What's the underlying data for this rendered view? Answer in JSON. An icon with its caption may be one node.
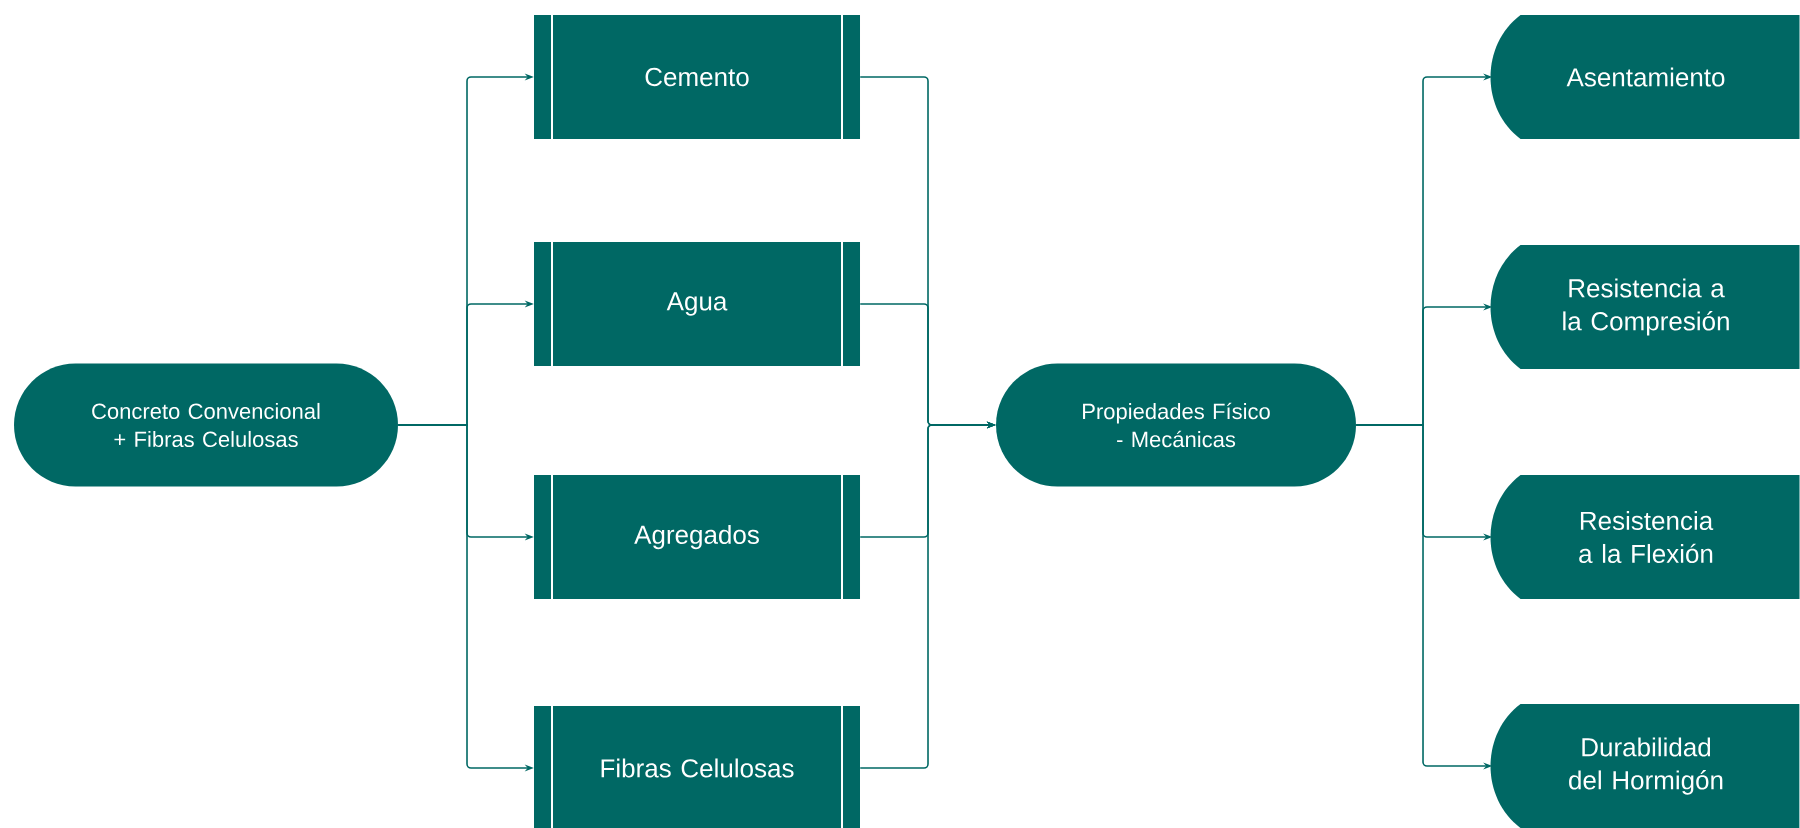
{
  "diagram": {
    "nodes": [
      {
        "text": [
          "Concreto Convencional + Fibras Celulosas"
        ]
      },
      {
        "text": [
          "Cemento"
        ]
      },
      {
        "text": [
          "Agua"
        ]
      },
      {
        "text": [
          "Agregados"
        ]
      },
      {
        "text": [
          "Fibras Celulosas"
        ]
      },
      {
        "text": [
          "Propiedades Físico - Mecánicas"
        ]
      },
      {
        "text": [
          "Asentamiento"
        ]
      },
      {
        "text": [
          "Resistencia a la Compresión"
        ]
      },
      {
        "text": [
          "Resistencia a la Flexión"
        ]
      },
      {
        "text": [
          "Durabilidad del Hormigón"
        ]
      }
    ],
    "edges": [
      {
        "from": 0,
        "to": 1,
        "arrow": "to"
      },
      {
        "from": 0,
        "to": 2,
        "arrow": "to"
      },
      {
        "from": 0,
        "to": 3,
        "arrow": "to"
      },
      {
        "from": 0,
        "to": 4,
        "arrow": "to"
      },
      {
        "from": 1,
        "to": 5,
        "arrow": "to"
      },
      {
        "from": 2,
        "to": 5,
        "arrow": "to"
      },
      {
        "from": 3,
        "to": 5,
        "arrow": "to"
      },
      {
        "from": 4,
        "to": 5,
        "arrow": "to"
      },
      {
        "from": 5,
        "to": 6,
        "arrow": "to"
      },
      {
        "from": 5,
        "to": 7,
        "arrow": "to"
      },
      {
        "from": 5,
        "to": 8,
        "arrow": "to"
      },
      {
        "from": 5,
        "to": 9,
        "arrow": "to"
      }
    ]
  }
}
